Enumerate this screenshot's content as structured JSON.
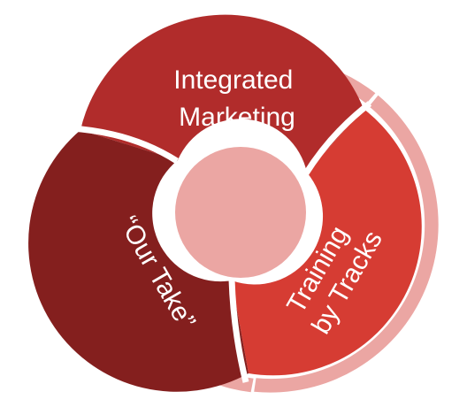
{
  "segments": [
    {
      "id": "top",
      "lines": [
        "Integrated",
        "Marketing"
      ],
      "color": "#b12c2b"
    },
    {
      "id": "right",
      "lines": [
        "Training",
        "by Tracks"
      ],
      "color": "#d63c33"
    },
    {
      "id": "left",
      "lines": [
        "“Our Take”"
      ],
      "color": "#841f1e"
    }
  ],
  "colors": {
    "outer_ring": "#eba6a3",
    "center": "#eba6a3",
    "separator": "#ffffff"
  }
}
